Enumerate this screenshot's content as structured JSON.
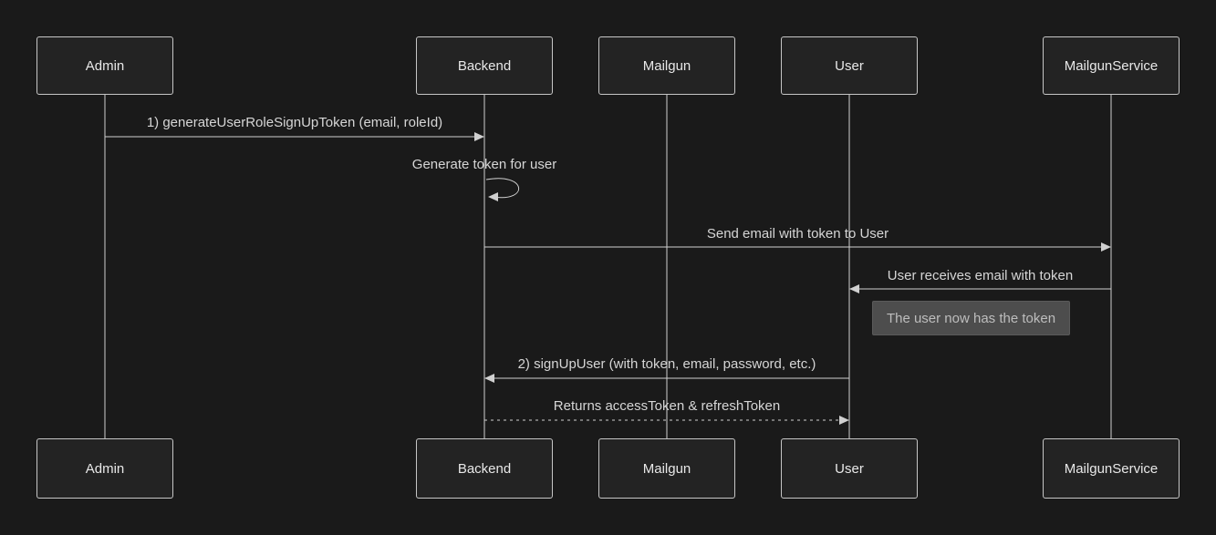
{
  "participants": [
    {
      "label": "Admin"
    },
    {
      "label": "Backend"
    },
    {
      "label": "Mailgun"
    },
    {
      "label": "User"
    },
    {
      "label": "MailgunService"
    }
  ],
  "messages": [
    {
      "label": "1) generateUserRoleSignUpToken (email, roleId)",
      "from": "Admin",
      "to": "Backend",
      "style": "solid"
    },
    {
      "label": "Generate token for user",
      "from": "Backend",
      "to": "Backend",
      "style": "self-loop"
    },
    {
      "label": "Send email with token to User",
      "from": "Backend",
      "to": "MailgunService",
      "style": "solid"
    },
    {
      "label": "User receives email with token",
      "from": "MailgunService",
      "to": "User",
      "style": "solid"
    },
    {
      "label": "2) signUpUser (with token, email, password, etc.)",
      "from": "User",
      "to": "Backend",
      "style": "solid"
    },
    {
      "label": "Returns accessToken & refreshToken",
      "from": "Backend",
      "to": "User",
      "style": "dashed"
    }
  ],
  "note": {
    "label": "The user now has the token"
  },
  "colors": {
    "background": "#1a1a1a",
    "box_fill": "#232323",
    "box_border": "#c6c6c6",
    "line": "#d0d0d0",
    "text": "#d6d6d6",
    "note_fill": "#4d4d4d",
    "note_text": "#bdbdbd"
  }
}
